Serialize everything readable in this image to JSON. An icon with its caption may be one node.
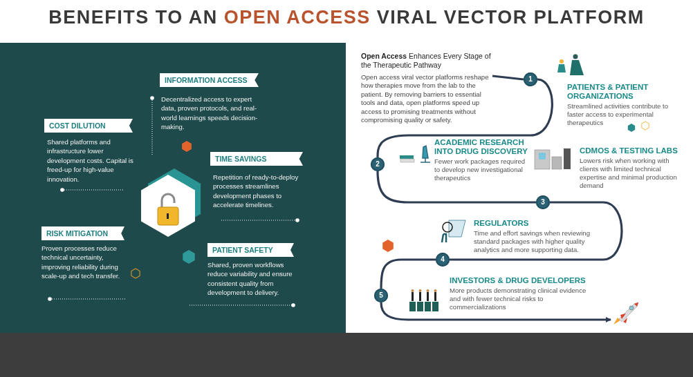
{
  "diagram": {
    "title": "BENEFITS TO AN **OPEN ACCESS** VIRAL VECTOR PLATFORM",
    "nodes": [
      {
        "text": [
          "INFORMATION ACCESS",
          "Decentralized access to expert data, proven protocols, and real-world learnings speeds decision-making."
        ]
      },
      {
        "text": [
          "COST DILUTION",
          "Shared platforms and infrastructure lower development costs. Capital is freed-up for high-value innovation."
        ]
      },
      {
        "text": [
          "TIME SAVINGS",
          "Repetition of ready-to-deploy processes streamlines development phases to accelerate timelines."
        ]
      },
      {
        "text": [
          "RISK MITIGATION",
          "Proven processes reduce technical uncertainty, improving reliability during scale-up and tech transfer."
        ]
      },
      {
        "text": [
          "PATIENT SAFETY",
          "Shared, proven workflows reduce variability and ensure consistent quality from development to delivery."
        ]
      },
      {
        "text": [
          "**Open Access** Enhances Every Stage of the Therapeutic Pathway",
          "Open access viral vector platforms reshape how therapies move from the lab to the patient. By removing barriers to essential tools and data, open platforms speed up access to promising treatments without compromising quality or safety."
        ]
      },
      {
        "text": [
          "1"
        ],
        "beside": [
          "PATIENTS & PATIENT ORGANIZATIONS",
          "Streamlined activities contribute to faster access to experimental therapeutics"
        ]
      },
      {
        "text": [
          "2"
        ],
        "beside": [
          "ACADEMIC RESEARCH INTO DRUG DISCOVERY",
          "Fewer work packages required to develop new investigational therapeutics"
        ]
      },
      {
        "text": [
          "3"
        ],
        "beside": [
          "CDMOS & TESTING LABS",
          "Lowers risk when working with clients with limited technical expertise and minimal production demand"
        ]
      },
      {
        "text": [
          "4"
        ],
        "beside": [
          "REGULATORS",
          "Time and effort savings when reviewing standard packages with higher quality analytics and more supporting data."
        ]
      },
      {
        "text": [
          "5"
        ],
        "beside": [
          "INVESTORS & DRUG DEVELOPERS",
          "More products demonstrating clinical evidence and with fewer technical risks to commercializations"
        ]
      },
      {
        "text": [],
        "shape": "picture"
      }
    ],
    "edges": [
      {
        "from": 5,
        "to": 6,
        "arrow": "none"
      },
      {
        "from": 6,
        "to": 7,
        "arrow": "none"
      },
      {
        "from": 7,
        "to": 8,
        "arrow": "none"
      },
      {
        "from": 8,
        "to": 9,
        "arrow": "none"
      },
      {
        "from": 9,
        "to": 10,
        "arrow": "none"
      },
      {
        "from": 10,
        "to": 11,
        "arrow": "to"
      }
    ]
  }
}
